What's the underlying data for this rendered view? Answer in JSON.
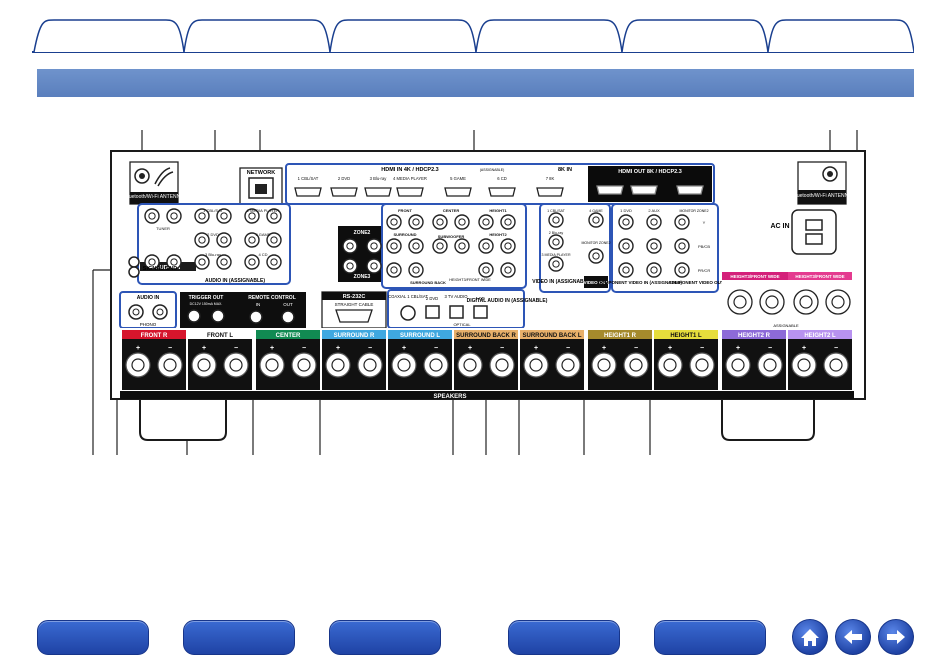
{
  "tabs": [
    {
      "label": ""
    },
    {
      "label": ""
    },
    {
      "label": ""
    },
    {
      "label": ""
    },
    {
      "label": ""
    },
    {
      "label": ""
    }
  ],
  "header": {
    "title": ""
  },
  "panel": {
    "network": "NETWORK",
    "hdmi_in_title": "HDMI  IN  4K / HDCP2.3",
    "assignable": "(ASSIGNABLE)",
    "eightk_in": "8K  IN",
    "hdmi_out_title": "HDMI  OUT  8K / HDCP2.3",
    "hdmi_inputs": [
      "1 CBL/SAT",
      "2 DVD",
      "3 Blu-ray",
      "4 MEDIA PLAYER",
      "5 GAME",
      "6 CD",
      "7 8K"
    ],
    "bt_antenna": "Bluetooth/Wi-Fi ANTENNA",
    "ac_in": "AC IN",
    "signal_gnd": "SIGNAL GND",
    "audio_in": "AUDIO  IN",
    "audio_assignable": "AUDIO  IN  (ASSIGNABLE)",
    "audio_in_labels": [
      "TUNER",
      "1 CBL/SAT",
      "1 MEDIA PLAYER",
      "2 DVD",
      "3 GAME",
      "3 Blu-ray",
      "4 CD"
    ],
    "audio_small": "AUDIO  IN",
    "phono": "PHONO",
    "trigger_out": "TRIGGER OUT",
    "trigger_sub": "DC12V 150mA MAX.",
    "remote_control": "REMOTE CONTROL",
    "remote_in": "IN",
    "remote_out": "OUT",
    "rs232c": "RS-232C",
    "straight_cable": "STRAIGHT CABLE",
    "zone2": "ZONE2",
    "zone3": "ZONE3",
    "preout_labels": [
      "FRONT",
      "HEIGHT1",
      "CENTER",
      "SUBWOOFER",
      "SURROUND",
      "HEIGHT2",
      "SURROUND BACK",
      "HEIGHT3/FRONT WIDE"
    ],
    "coaxial": "COAXIAL 1 CBL/SAT",
    "optical_dvd": "2 DVD",
    "optical_tv": "3 TV AUDIO",
    "optical_cd": "4 CD",
    "optical": "OPTICAL",
    "digital_audio": "DIGITAL AUDIO IN (ASSIGNABLE)",
    "video_in": "VIDEO  IN (ASSIGNABLE)",
    "video_labels": [
      "1 CBL/SAT",
      "2 Blu-ray",
      "3 MEDIA PLAYER",
      "4 GAME"
    ],
    "monitor_zone2": "MONITOR ZONE2",
    "video_out": "VIDEO OUT",
    "component_in": "COMPONENT VIDEO  IN (ASSIGNABLE)",
    "component_labels": [
      "1 DVD",
      "2 AUX"
    ],
    "component_out": "COMPONENT VIDEO OUT",
    "monitor_zone2_b": "MONITOR ZONE2",
    "comp_sub": [
      "Y",
      "PB/CB",
      "PR/CR"
    ],
    "speaker_labels": [
      {
        "name": "FRONT",
        "side": "R",
        "color": "#d6152c"
      },
      {
        "name": "FRONT",
        "side": "L",
        "color": "#ffffff"
      },
      {
        "name": "CENTER",
        "side": "",
        "color": "#118a52"
      },
      {
        "name": "SURROUND",
        "side": "R",
        "color": "#3fa8e0"
      },
      {
        "name": "SURROUND",
        "side": "L",
        "color": "#3fa8e0"
      },
      {
        "name": "SURROUND BACK",
        "side": "R",
        "color": "#e8b06a"
      },
      {
        "name": "SURROUND BACK",
        "side": "L",
        "color": "#e8b06a"
      },
      {
        "name": "HEIGHT1",
        "side": "R",
        "color": "#a58a2c"
      },
      {
        "name": "HEIGHT1",
        "side": "L",
        "color": "#e6dd3c"
      },
      {
        "name": "HEIGHT2",
        "side": "R",
        "color": "#8d6ad8"
      },
      {
        "name": "HEIGHT2",
        "side": "L",
        "color": "#b892f0"
      }
    ],
    "speakers_label": "SPEAKERS",
    "height3_r": "HEIGHT3/FRONT WIDE",
    "height3_l": "HEIGHT3/FRONT WIDE",
    "assignable_small": "ASSIGNABLE"
  },
  "bottom_nav": [
    {
      "label": ""
    },
    {
      "label": ""
    },
    {
      "label": ""
    },
    {
      "label": ""
    },
    {
      "label": ""
    }
  ],
  "colors": {
    "tab_border": "#1a3f8f",
    "header": "#6386c5",
    "nav": "#2850b8"
  }
}
